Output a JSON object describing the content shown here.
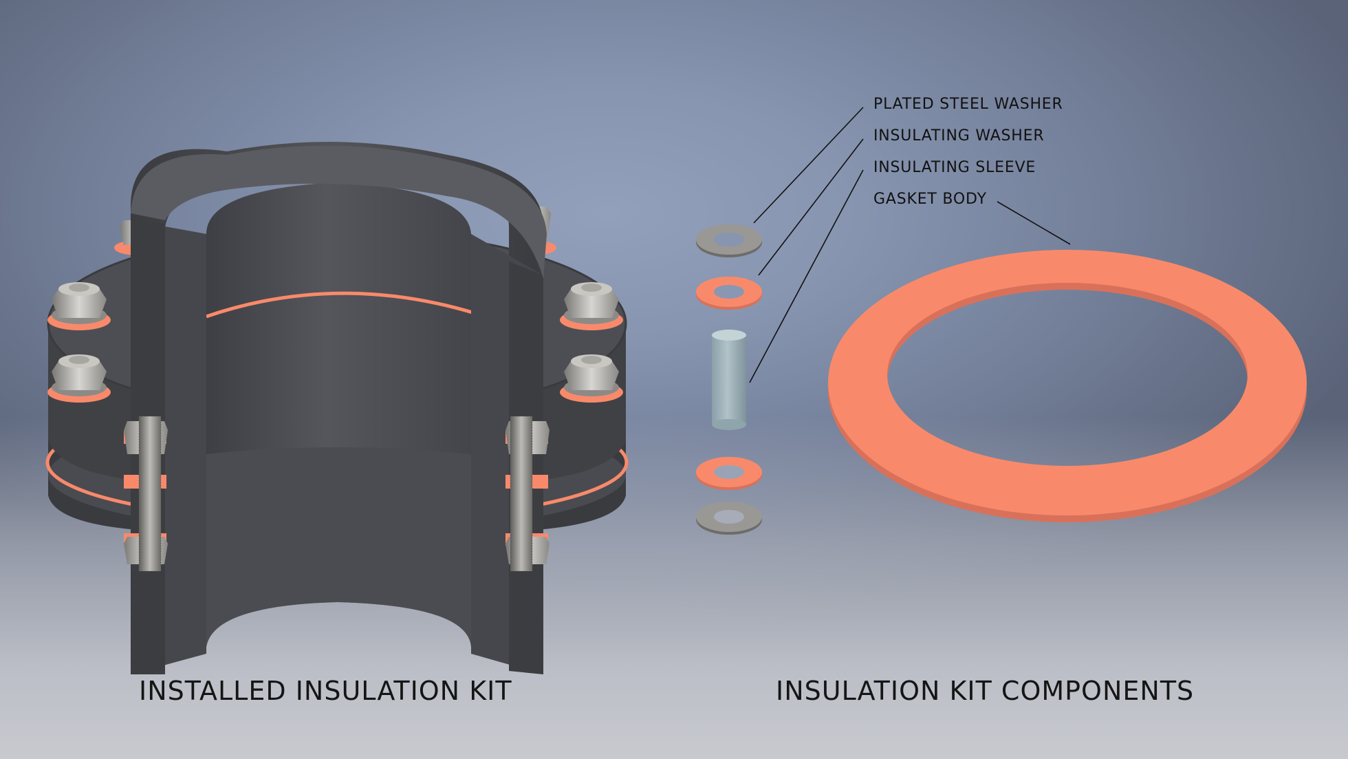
{
  "captions": {
    "left": "INSTALLED INSULATION KIT",
    "right": "INSULATION KIT COMPONENTS"
  },
  "callouts": [
    {
      "label": "PLATED STEEL WASHER",
      "points_to": "plated-steel-washer"
    },
    {
      "label": "INSULATING WASHER",
      "points_to": "insulating-washer"
    },
    {
      "label": "INSULATING SLEEVE",
      "points_to": "insulating-sleeve"
    },
    {
      "label": "GASKET BODY",
      "points_to": "gasket-body"
    }
  ],
  "colors": {
    "gasket": "#f88a6b",
    "flange": "#4a4b50",
    "steel": "#9a9895",
    "sleeve": "#9fb4bb"
  }
}
